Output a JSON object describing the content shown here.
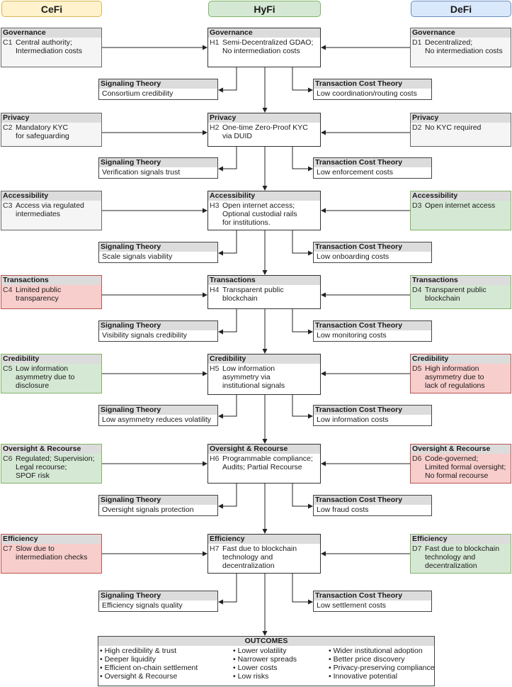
{
  "headers": {
    "cefi": "CeFi",
    "hyfi": "HyFi",
    "defi": "DeFi"
  },
  "colors": {
    "red": "#f8cecc",
    "green": "#d5e8d4",
    "grey": "#f5f5f5",
    "cefi_header": "#fff2cc",
    "hyfi_header": "#d5e8d4",
    "defi_header": "#dae8fc"
  },
  "rows": [
    {
      "cefi": {
        "title": "Governance",
        "code": "C1",
        "text": "Central authority;\nIntermediation costs",
        "color": "grey"
      },
      "hyfi": {
        "title": "Governance",
        "code": "H1",
        "text": "Semi-Decentralized GDAO;\nNo intermediation costs"
      },
      "defi": {
        "title": "Governance",
        "code": "D1",
        "text": "Decentralized;\nNo intermediation costs",
        "color": "grey"
      },
      "signal": {
        "title": "Signaling Theory",
        "text": "Consortium credibility"
      },
      "tct": {
        "title": "Transaction Cost Theory",
        "text": "Low coordination/routing costs"
      }
    },
    {
      "cefi": {
        "title": "Privacy",
        "code": "C2",
        "text": "Mandatory KYC\nfor safeguarding",
        "color": "grey"
      },
      "hyfi": {
        "title": "Privacy",
        "code": "H2",
        "text": "One-time Zero-Proof KYC\nvia DUID"
      },
      "defi": {
        "title": "Privacy",
        "code": "D2",
        "text": "No KYC required",
        "color": "grey"
      },
      "signal": {
        "title": "Signaling Theory",
        "text": "Verification signals trust"
      },
      "tct": {
        "title": "Transaction Cost Theory",
        "text": "Low enforcement costs"
      }
    },
    {
      "cefi": {
        "title": "Accessibility",
        "code": "C3",
        "text": "Access via regulated\nintermediates",
        "color": "grey"
      },
      "hyfi": {
        "title": "Accessibility",
        "code": "H3",
        "text": "Open internet access;\nOptional custodial rails\nfor institutions."
      },
      "defi": {
        "title": "Accessibility",
        "code": "D3",
        "text": "Open internet access",
        "color": "green"
      },
      "signal": {
        "title": "Signaling Theory",
        "text": "Scale signals viability"
      },
      "tct": {
        "title": "Transaction Cost Theory",
        "text": "Low onboarding costs"
      }
    },
    {
      "cefi": {
        "title": "Transactions",
        "code": "C4",
        "text": "Limited public\ntransparency",
        "color": "red"
      },
      "hyfi": {
        "title": "Transactions",
        "code": "H4",
        "text": "Transparent public\nblockchain"
      },
      "defi": {
        "title": "Transactions",
        "code": "D4",
        "text": "Transparent public\nblockchain",
        "color": "green"
      },
      "signal": {
        "title": "Signaling Theory",
        "text": "Visibility signals credibility"
      },
      "tct": {
        "title": "Transaction Cost Theory",
        "text": "Low monitoring costs"
      }
    },
    {
      "cefi": {
        "title": "Credibility",
        "code": "C5",
        "text": "Low information\nasymmetry due to\ndisclosure",
        "color": "green"
      },
      "hyfi": {
        "title": "Credibility",
        "code": "H5",
        "text": "Low information\nasymmetry via\ninstitutional signals"
      },
      "defi": {
        "title": "Credibility",
        "code": "D5",
        "text": "High information\nasymmetry due to\nlack of regulations",
        "color": "red"
      },
      "signal": {
        "title": "Signaling Theory",
        "text": "Low asymmetry reduces volatility"
      },
      "tct": {
        "title": "Transaction Cost Theory",
        "text": "Low information costs"
      }
    },
    {
      "cefi": {
        "title": "Oversight & Recourse",
        "code": "C6",
        "text": "Regulated; Supervision;\nLegal recourse;\nSPOF risk",
        "color": "green"
      },
      "hyfi": {
        "title": "Oversight & Recourse",
        "code": "H6",
        "text": "Programmable compliance;\nAudits; Partial Recourse"
      },
      "defi": {
        "title": "Oversight & Recourse",
        "code": "D6",
        "text": "Code-governed;\nLimited formal oversight;\nNo formal recourse",
        "color": "red"
      },
      "signal": {
        "title": "Signaling Theory",
        "text": "Oversight signals protection"
      },
      "tct": {
        "title": "Transaction Cost Theory",
        "text": "Low fraud costs"
      }
    },
    {
      "cefi": {
        "title": "Efficiency",
        "code": "C7",
        "text": "Slow due to\nintermediation checks",
        "color": "red"
      },
      "hyfi": {
        "title": "Efficiency",
        "code": "H7",
        "text": "Fast due to blockchain\ntechnology and\ndecentralization"
      },
      "defi": {
        "title": "Efficiency",
        "code": "D7",
        "text": "Fast due to blockchain\ntechnology and\ndecentralization",
        "color": "green"
      },
      "signal": {
        "title": "Signaling Theory",
        "text": "Efficiency signals quality"
      },
      "tct": {
        "title": "Transaction Cost Theory",
        "text": "Low settlement costs"
      }
    }
  ],
  "outcomes": {
    "title": "OUTCOMES",
    "col1": [
      "High credibility & trust",
      "Deeper liquidity",
      "Efficient on-chain settlement",
      "Oversight & Recourse"
    ],
    "col2": [
      "Lower volatility",
      "Narrower spreads",
      "Lower costs",
      "Low risks"
    ],
    "col3": [
      "Wider institutional adoption",
      "Better price discovery",
      "Privacy-preserving compliance",
      "Innovative potential"
    ]
  }
}
